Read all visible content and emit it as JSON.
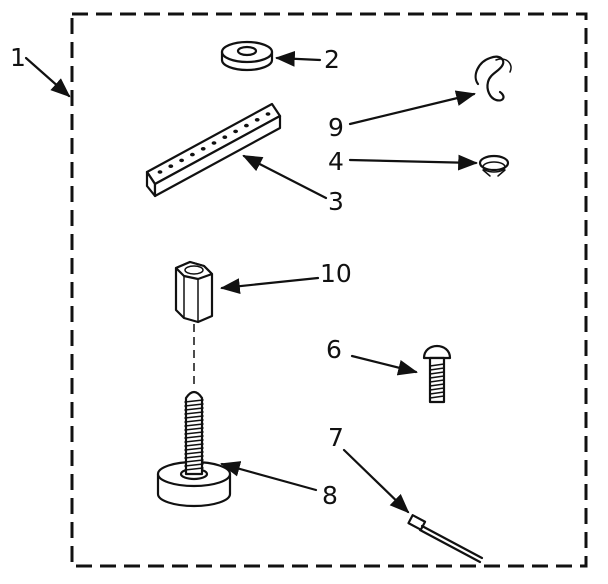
{
  "diagram": {
    "callouts": {
      "kit": "1",
      "washer": "2",
      "bracket": "3",
      "clip": "4",
      "bolt": "6",
      "tie": "7",
      "leveling_leg": "8",
      "hook": "9",
      "nut": "10"
    }
  }
}
